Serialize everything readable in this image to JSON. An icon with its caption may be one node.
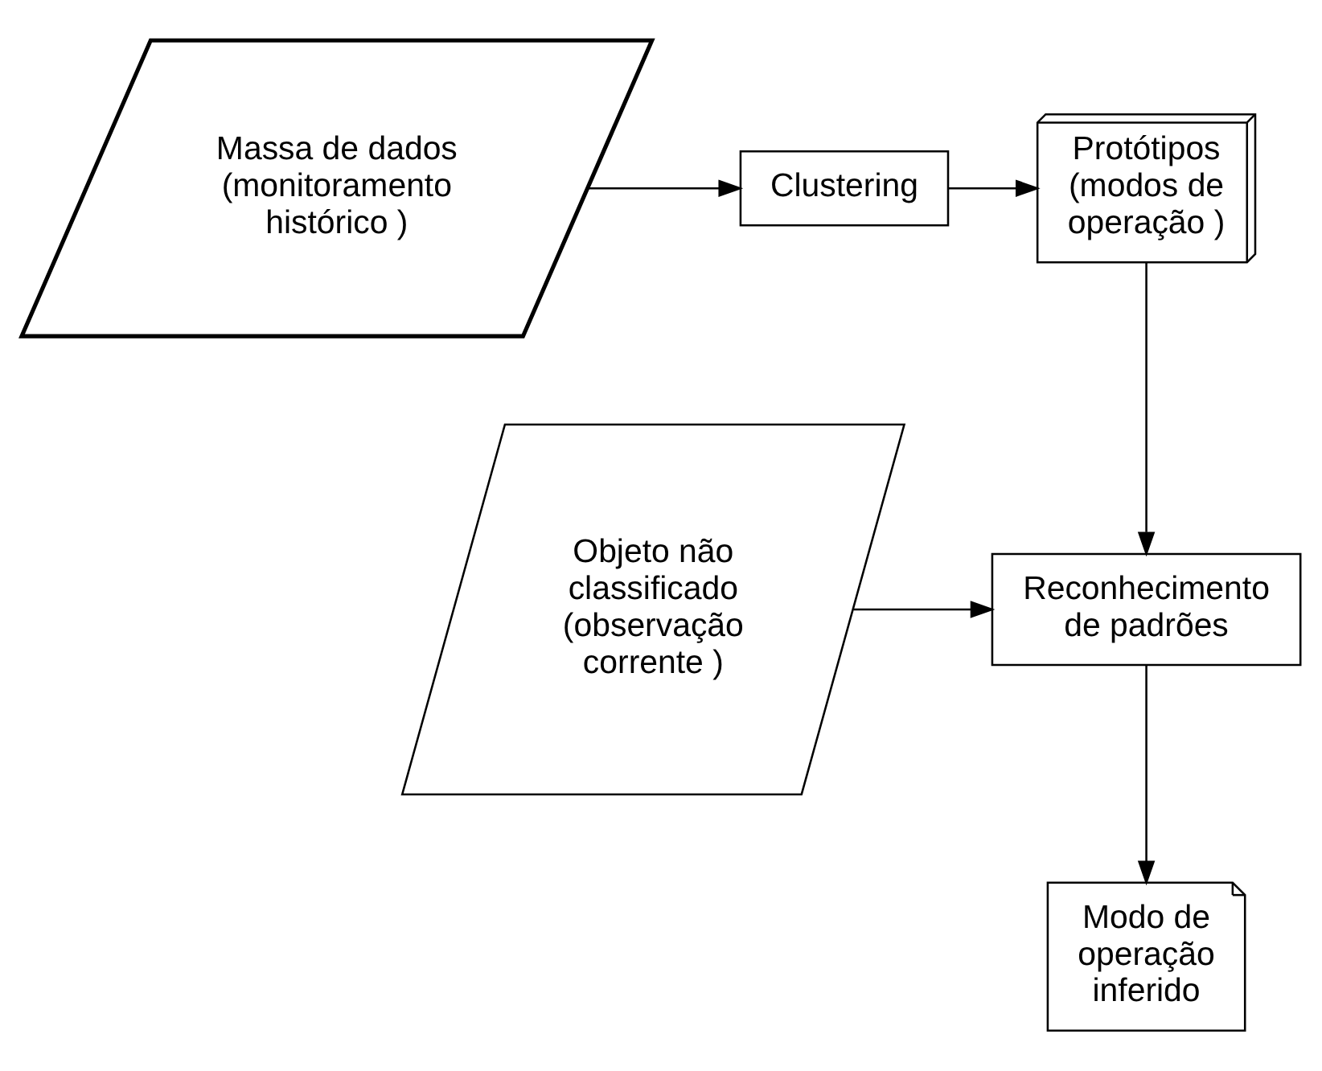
{
  "diagram": {
    "nodes": [
      {
        "text": [
          "Massa de dados (monitoramento histórico )"
        ]
      },
      {
        "text": [
          "Clustering"
        ]
      },
      {
        "text": [
          "Protótipos (modos de operação )"
        ]
      },
      {
        "text": [
          "Objeto não classificado (observação corrente )"
        ]
      },
      {
        "text": [
          "Reconhecimento de padrões"
        ]
      },
      {
        "text": [
          "Modo de operação inferido"
        ]
      }
    ],
    "edges": [
      {
        "from": 0,
        "to": 1,
        "arrow": "to"
      },
      {
        "from": 1,
        "to": 2,
        "arrow": "to"
      },
      {
        "from": 2,
        "to": 4,
        "arrow": "to"
      },
      {
        "from": 3,
        "to": 4,
        "arrow": "to"
      },
      {
        "from": 4,
        "to": 5,
        "arrow": "to"
      }
    ]
  }
}
